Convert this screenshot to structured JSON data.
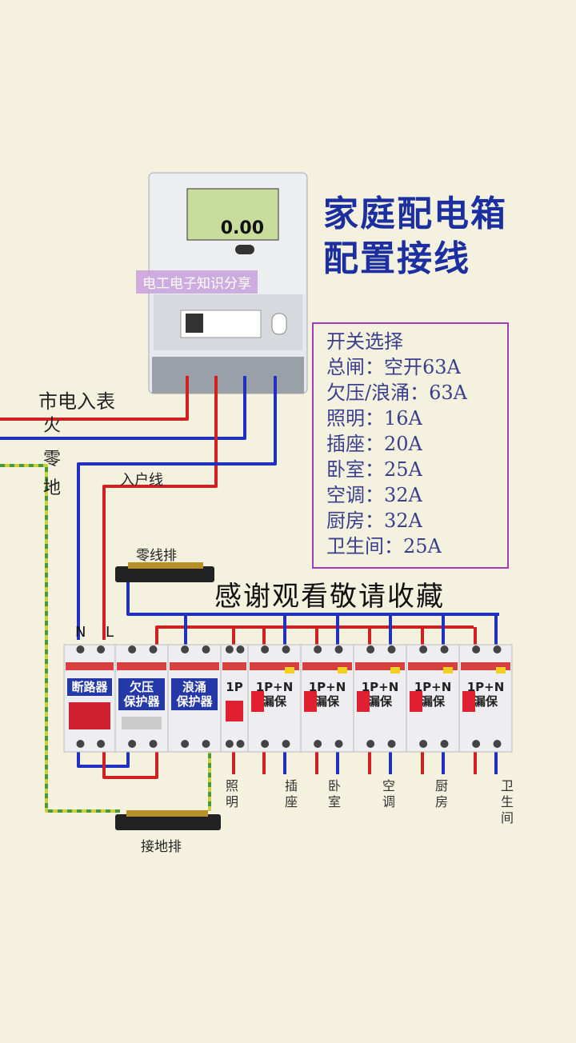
{
  "title": [
    "家庭配电箱",
    "配置接线"
  ],
  "watermark": "电工电子知识分享",
  "meter": {
    "display": "0.00"
  },
  "spec_lines": [
    "开关选择",
    "总闸：空开63A",
    "欠压/浪涌：63A",
    "照明：16A",
    "插座：20A",
    "卧室：25A",
    "空调：32A",
    "厨房：32A",
    "卫生间：25A"
  ],
  "supply": {
    "label": "市电入表",
    "live": "火",
    "neutral": "零",
    "ground": "地",
    "incoming": "入户线"
  },
  "bars": {
    "neutral": "零线排",
    "ground": "接地排"
  },
  "thanks": "感谢观看敬请收藏",
  "terminals": {
    "n": "N",
    "l": "L"
  },
  "devices": {
    "breaker": "断路器",
    "undervoltage": "欠压\n保护器",
    "surge": "浪涌\n保护器",
    "onep": "1P",
    "rcbo": "1P+N\n漏保"
  },
  "circuits": [
    "照明",
    "插座",
    "卧室",
    "空调",
    "厨房",
    "卫生间"
  ],
  "colors": {
    "live": "#d02020",
    "neutral": "#2030c0",
    "ground": "#c8d040",
    "title": "#1c2fa0",
    "box": "#a33bb8"
  }
}
